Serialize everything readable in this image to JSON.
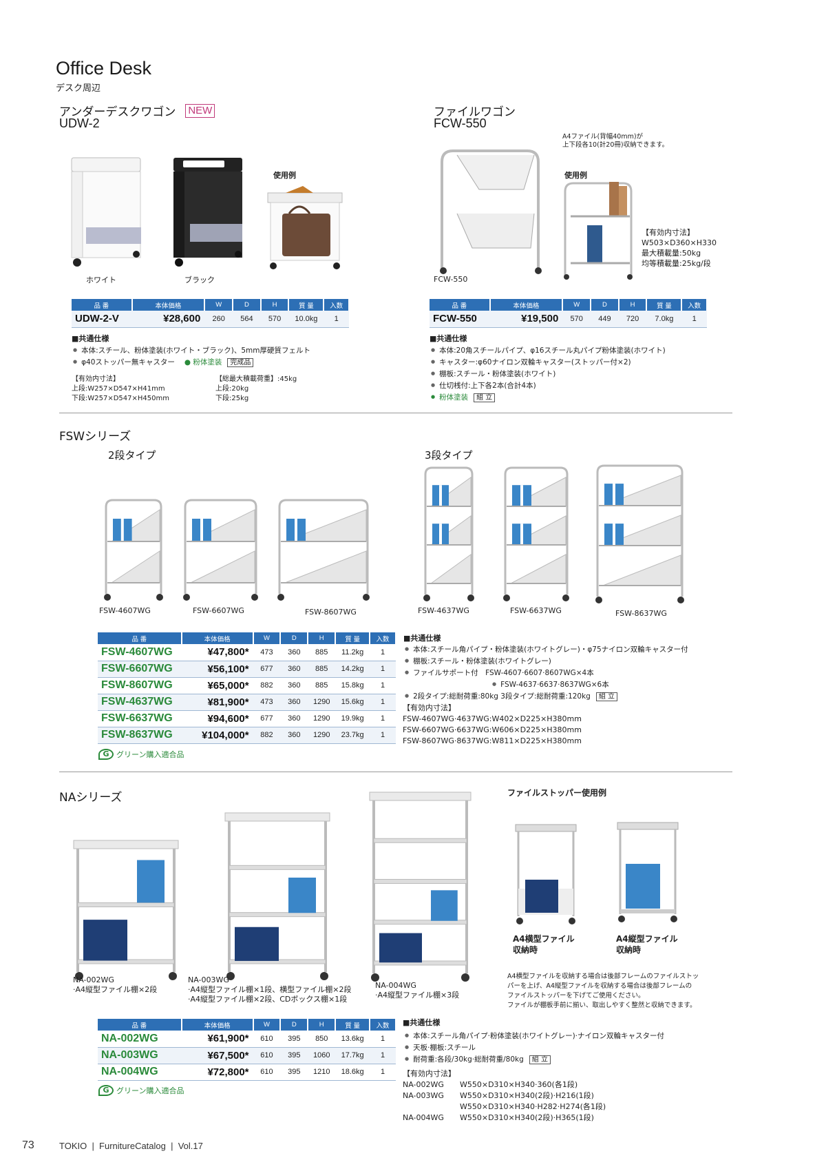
{
  "header": {
    "title": "Office Desk",
    "subtitle": "デスク周辺"
  },
  "udw": {
    "name": "アンダーデスクワゴン",
    "badge": "NEW",
    "model": "UDW-2",
    "usage_label": "使用例",
    "caption_white": "ホワイト",
    "caption_black": "ブラック",
    "table": {
      "headers": [
        "品 番",
        "本体価格",
        "W",
        "D",
        "H",
        "質 量",
        "入数"
      ],
      "rows": [
        [
          "UDW-2-V",
          "¥28,600",
          "260",
          "564",
          "570",
          "10.0kg",
          "1"
        ]
      ]
    },
    "spec_title": "■共通仕様",
    "specs": [
      "本体:スチール、粉体塗装(ホワイト・ブラック)、5mm厚硬質フェルト",
      "φ40ストッパー無キャスター"
    ],
    "coating": "粉体塗装",
    "tag": "完成品",
    "dims_title": "【有効内寸法】",
    "dims_upper": "上段:W257×D547×H41mm",
    "dims_lower": "下段:W257×D547×H450mm",
    "load_title": "【総最大積載荷重】:45kg",
    "load_upper": "上段:20kg",
    "load_lower": "下段:25kg"
  },
  "fcw": {
    "name": "ファイルワゴン",
    "model": "FCW-550",
    "note1": "A4ファイル(背幅40mm)が",
    "note2": "上下段各10(計20冊)収納できます。",
    "usage_label": "使用例",
    "caption": "FCW-550",
    "dims_title": "【有効内寸法】",
    "dims": "W503×D360×H330",
    "max_load": "最大積載量:50kg",
    "shelf_load": "均等積載量:25kg/段",
    "table": {
      "rows": [
        [
          "FCW-550",
          "¥19,500",
          "570",
          "449",
          "720",
          "7.0kg",
          "1"
        ]
      ]
    },
    "spec_title": "■共通仕様",
    "specs": [
      "本体:20角スチールパイプ、φ16スチール丸パイプ粉体塗装(ホワイト)",
      "キャスター:φ60ナイロン双輪キャスター(ストッパー付×2)",
      "棚板:スチール・粉体塗装(ホワイト)",
      "仕切桟付:上下各2本(合計4本)"
    ],
    "coating": "粉体塗装",
    "tag": "組 立"
  },
  "fsw": {
    "title": "FSWシリーズ",
    "type2": "2段タイプ",
    "type3": "3段タイプ",
    "captions": [
      "FSW-4607WG",
      "FSW-6607WG",
      "FSW-8607WG",
      "FSW-4637WG",
      "FSW-6637WG",
      "FSW-8637WG"
    ],
    "table": {
      "rows": [
        [
          "FSW-4607WG",
          "¥47,800*",
          "473",
          "360",
          "885",
          "11.2kg",
          "1"
        ],
        [
          "FSW-6607WG",
          "¥56,100*",
          "677",
          "360",
          "885",
          "14.2kg",
          "1"
        ],
        [
          "FSW-8607WG",
          "¥65,000*",
          "882",
          "360",
          "885",
          "15.8kg",
          "1"
        ],
        [
          "FSW-4637WG",
          "¥81,900*",
          "473",
          "360",
          "1290",
          "15.6kg",
          "1"
        ],
        [
          "FSW-6637WG",
          "¥94,600*",
          "677",
          "360",
          "1290",
          "19.9kg",
          "1"
        ],
        [
          "FSW-8637WG",
          "¥104,000*",
          "882",
          "360",
          "1290",
          "23.7kg",
          "1"
        ]
      ]
    },
    "green": "グリーン購入適合品",
    "spec_title": "■共通仕様",
    "specs": [
      "本体:スチール角パイプ・粉体塗装(ホワイトグレー)・φ75ナイロン双輪キャスター付",
      "棚板:スチール・粉体塗装(ホワイトグレー)",
      "ファイルサポート付　FSW-4607·6607·8607WG×4本"
    ],
    "spec_cont": "FSW-4637·6637·8637WG×6本",
    "spec_load": "2段タイプ:総耐荷重:80kg  3段タイプ:総耐荷重:120kg",
    "tag": "組 立",
    "dims_title": "【有効内寸法】",
    "dims": [
      "FSW-4607WG·4637WG:W402×D225×H380mm",
      "FSW-6607WG·6637WG:W606×D225×H380mm",
      "FSW-8607WG·8637WG:W811×D225×H380mm"
    ]
  },
  "na": {
    "title": "NAシリーズ",
    "usage_title": "ファイルストッパー使用例",
    "captions": [
      [
        "NA-002WG",
        "·A4縦型ファイル棚×2段"
      ],
      [
        "NA-003WG",
        "·A4縦型ファイル棚×1段、横型ファイル棚×2段",
        "·A4縦型ファイル棚×2段、CDボックス棚×1段"
      ],
      [
        "NA-004WG",
        "·A4縦型ファイル棚×3段"
      ]
    ],
    "a4h": "A4横型ファイル",
    "a4h2": "収納時",
    "a4v": "A4縦型ファイル",
    "a4v2": "収納時",
    "note": [
      "A4横型ファイルを収納する場合は後部フレームのファイルストッ",
      "パーを上げ、A4縦型ファイルを収納する場合は後部フレームの",
      "ファイルストッパーを下げてご使用ください。",
      "ファイルが棚板手前に揃い、取出しやすく整然と収納できます。"
    ],
    "table": {
      "rows": [
        [
          "NA-002WG",
          "¥61,900*",
          "610",
          "395",
          "850",
          "13.6kg",
          "1"
        ],
        [
          "NA-003WG",
          "¥67,500*",
          "610",
          "395",
          "1060",
          "17.7kg",
          "1"
        ],
        [
          "NA-004WG",
          "¥72,800*",
          "610",
          "395",
          "1210",
          "18.6kg",
          "1"
        ]
      ]
    },
    "green": "グリーン購入適合品",
    "spec_title": "■共通仕様",
    "specs": [
      "本体:スチール角パイプ·粉体塗装(ホワイトグレー)·ナイロン双輪キャスター付",
      "天板·棚板:スチール",
      "耐荷重:各段/30kg·総耐荷重/80kg"
    ],
    "tag": "組 立",
    "dims_title": "【有効内寸法】",
    "dims": [
      [
        "NA-002WG",
        "W550×D310×H340·360(各1段)"
      ],
      [
        "NA-003WG",
        "W550×D310×H340(2段)·H216(1段)"
      ],
      [
        "",
        "W550×D310×H340·H282·H274(各1段)"
      ],
      [
        "NA-004WG",
        "W550×D310×H340(2段)·H365(1段)"
      ]
    ]
  },
  "footer": {
    "page": "73",
    "brand": "TOKIO",
    "catalog": "FurnitureCatalog",
    "vol": "Vol.17"
  }
}
